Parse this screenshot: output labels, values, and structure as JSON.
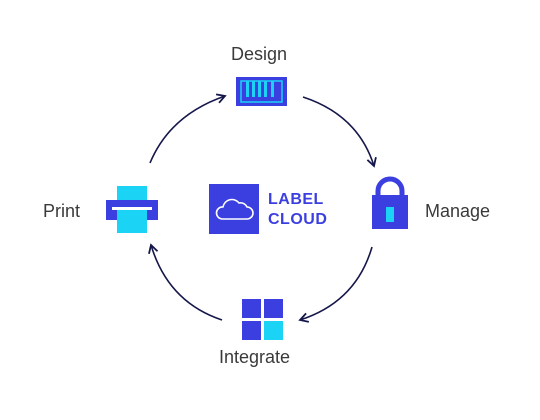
{
  "steps": {
    "design": "Design",
    "manage": "Manage",
    "integrate": "Integrate",
    "print": "Print"
  },
  "logo": {
    "line1": "LABEL",
    "line2": "CLOUD"
  },
  "colors": {
    "primary": "#3b3fe0",
    "accent": "#1ad3f5",
    "arrow": "#15174a",
    "text": "#3a3a3a"
  },
  "icons": {
    "design": "barcode-icon",
    "manage": "padlock-icon",
    "integrate": "grid-icon",
    "print": "printer-icon",
    "logo": "cloud-icon"
  }
}
